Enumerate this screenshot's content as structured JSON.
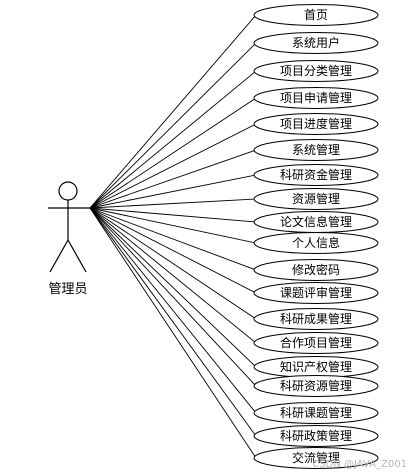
{
  "actor": {
    "name": "管理员"
  },
  "use_cases": [
    "首页",
    "系统用户",
    "项目分类管理",
    "项目申请管理",
    "项目进度管理",
    "系统管理",
    "科研资金管理",
    "资源管理",
    "论文信息管理",
    "个人信息",
    "修改密码",
    "课题评审管理",
    "科研成果管理",
    "合作项目管理",
    "知识产权管理",
    "科研资源管理",
    "科研课题管理",
    "科研政策管理",
    "交流管理"
  ],
  "watermark": "CSDN @JAVA_Z001"
}
